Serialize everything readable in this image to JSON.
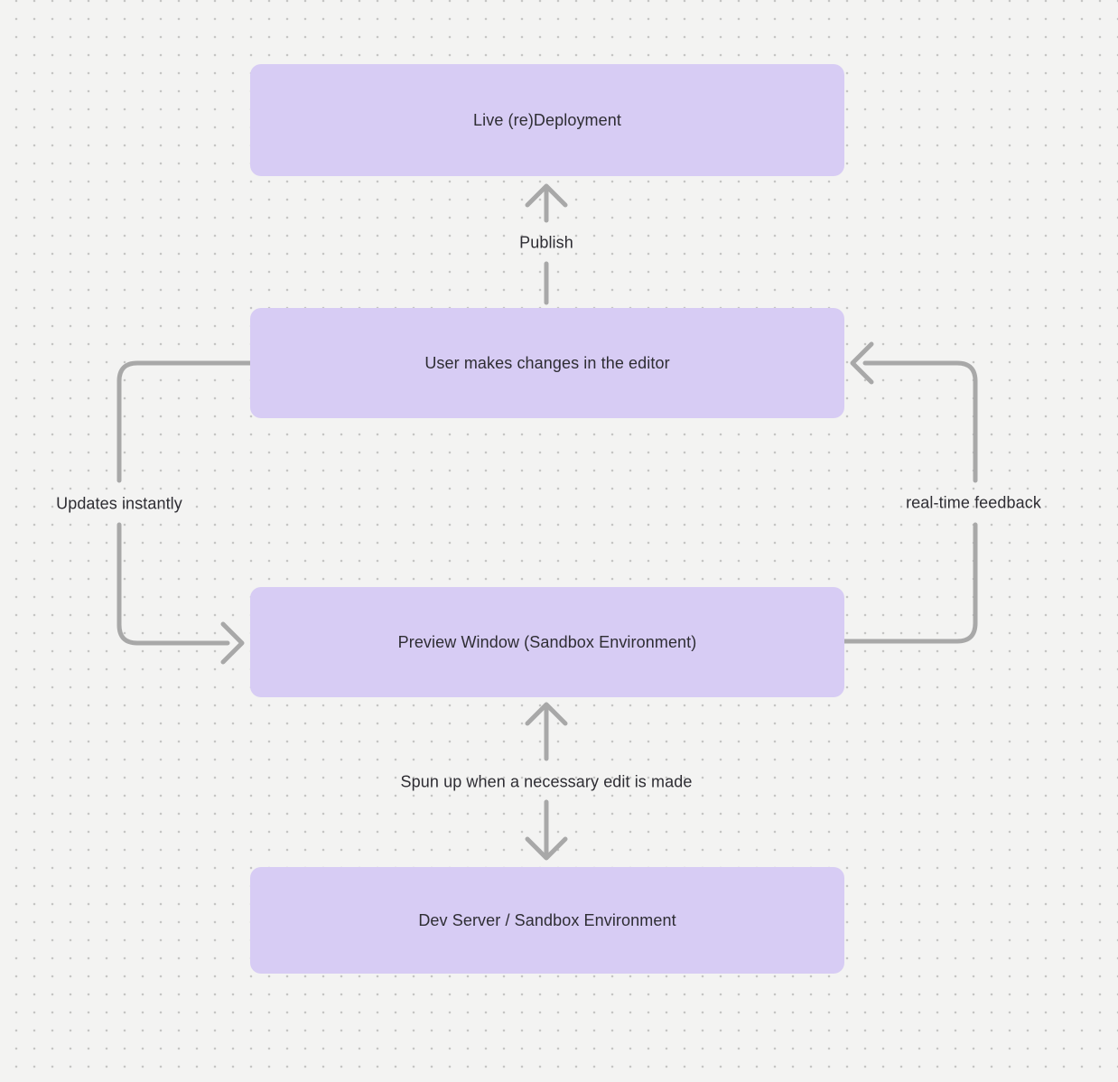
{
  "colors": {
    "background": "#f3f3f2",
    "dot": "#c5c5c4",
    "node_fill": "#d7ccf4",
    "node_text": "#2e2d33",
    "edge": "#a8a8a8",
    "label_text": "#2e2d33"
  },
  "diagram": {
    "type": "flowchart",
    "direction": "bottom-to-top with side feedback loops",
    "nodes": [
      {
        "id": "live-redeployment",
        "label": "Live (re)Deployment"
      },
      {
        "id": "editor",
        "label": "User makes changes in the editor"
      },
      {
        "id": "preview",
        "label": "Preview Window (Sandbox Environment)"
      },
      {
        "id": "dev-server",
        "label": "Dev Server / Sandbox Environment"
      }
    ],
    "edges": [
      {
        "from": "editor",
        "to": "live-redeployment",
        "label": "Publish",
        "style": "straight-up-arrow"
      },
      {
        "from": "editor",
        "to": "preview",
        "label": "Updates instantly",
        "style": "left-side-loop-down-arrow"
      },
      {
        "from": "preview",
        "to": "editor",
        "label": "real-time feedback",
        "style": "right-side-loop-up-arrow"
      },
      {
        "from": "dev-server",
        "to": "preview",
        "label": "Spun up when a necessary edit is made",
        "style": "bidirectional-vertical-arrows"
      }
    ]
  }
}
